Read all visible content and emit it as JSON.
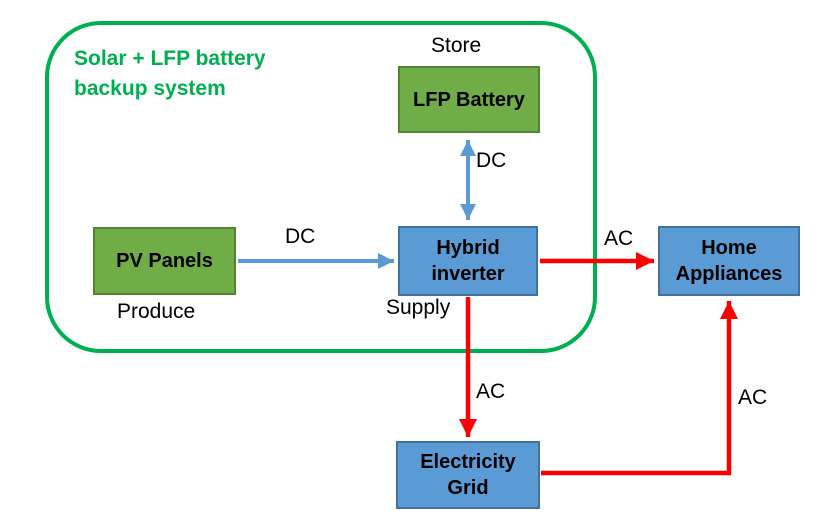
{
  "diagram": {
    "title": "Solar + LFP battery\nbackup system"
  },
  "nodes": {
    "lfp_battery": {
      "label": "LFP Battery"
    },
    "pv_panels": {
      "label": "PV Panels"
    },
    "hybrid_inverter": {
      "label": "Hybrid\ninverter"
    },
    "home_appliances": {
      "label": "Home\nAppliances"
    },
    "electricity_grid": {
      "label": "Electricity\nGrid"
    }
  },
  "annotations": {
    "store": "Store",
    "produce": "Produce",
    "supply": "Supply"
  },
  "edge_labels": {
    "battery_inverter_dc": "DC",
    "pv_inverter_dc": "DC",
    "inverter_appliances_ac": "AC",
    "inverter_grid_ac": "AC",
    "grid_appliances_ac": "AC"
  },
  "colors": {
    "system_green": "#00B050",
    "green_node_fill": "#70AD47",
    "green_node_border": "#548235",
    "blue_node_fill": "#5B9BD5",
    "blue_node_border": "#41719C",
    "dc_arrow_blue": "#5B9BD5",
    "ac_arrow_red": "#FF0000",
    "label_black": "#000000",
    "background": "#FFFFFF"
  }
}
